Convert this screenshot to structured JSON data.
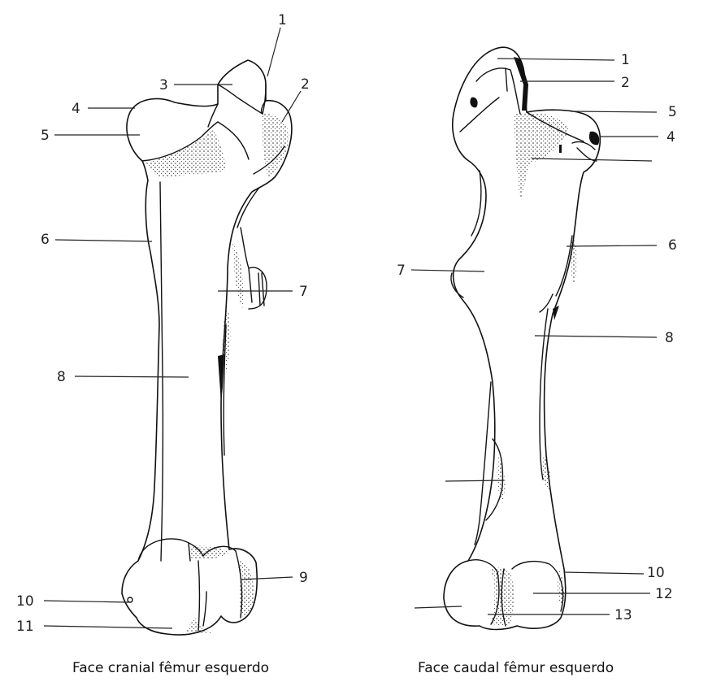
{
  "figures": [
    {
      "id": "cranial",
      "caption": "Face cranial fêmur esquerdo",
      "labels": [
        "1",
        "2",
        "3",
        "4",
        "5",
        "6",
        "7",
        "8",
        "9",
        "10",
        "11"
      ]
    },
    {
      "id": "caudal",
      "caption": "Face caudal fêmur esquerdo",
      "labels": [
        "1",
        "2",
        "5",
        "4",
        "6",
        "7",
        "8",
        "10",
        "12",
        "13"
      ]
    }
  ]
}
